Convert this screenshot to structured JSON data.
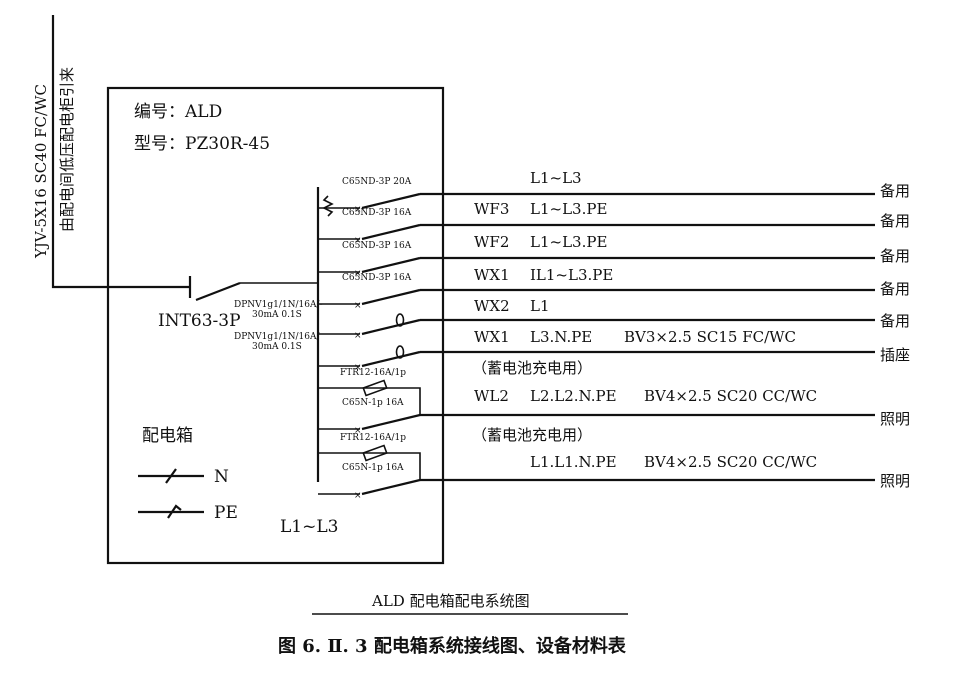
{
  "feeder": {
    "cable": "YJV-5X16 SC40 FC/WC",
    "source": "由配电间低压配电柜引来"
  },
  "panel": {
    "id_label": "编号：ALD",
    "model_label": "型号：PZ30R-45",
    "name": "配电箱",
    "phase_label": "L1~L3",
    "main_breaker": "INT63-3P"
  },
  "legend": [
    {
      "symbol": "neutral-line",
      "label": "N"
    },
    {
      "symbol": "earth-line",
      "label": "PE"
    }
  ],
  "circuits": [
    {
      "breaker": "C65ND-3P 20A",
      "circuit": "",
      "phases": "L1~L3",
      "cable": "",
      "use": "备用"
    },
    {
      "breaker": "C65ND-3P 16A",
      "circuit": "WF3",
      "phases": "L1~L3.PE",
      "cable": "",
      "use": "备用"
    },
    {
      "breaker": "C65ND-3P 16A",
      "circuit": "WF2",
      "phases": "L1~L3.PE",
      "cable": "",
      "use": "备用"
    },
    {
      "breaker": "C65ND-3P 16A",
      "circuit": "WX1",
      "phases": "IL1~L3.PE",
      "cable": "",
      "use": "备用"
    },
    {
      "breaker": "DPNV1g1/1N/16A/-\n30mA 0.1S",
      "circuit": "WX2",
      "phases": "L1",
      "cable": "",
      "use": "备用"
    },
    {
      "breaker": "DPNV1g1/1N/16A/\n30mA 0.1S",
      "circuit": "WX1",
      "phases": "L3.N.PE",
      "cable": "BV3×2.5 SC15 FC/WC",
      "use": "插座"
    },
    {
      "breaker": "C65N-1p 16A",
      "contactor": "FTR12-16A/1p",
      "note": "（蓄电池充电用）",
      "circuit": "WL2",
      "phases": "L2.L2.N.PE",
      "cable": "BV4×2.5 SC20 CC/WC",
      "use": "照明"
    },
    {
      "breaker": "C65N-1p 16A",
      "contactor": "FTR12-16A/1p",
      "note": "（蓄电池充电用）",
      "circuit": "",
      "phases": "L1.L1.N.PE",
      "cable": "BV4×2.5 SC20 CC/WC",
      "use": "照明"
    }
  ],
  "subtitle": "ALD 配电箱配电系统图",
  "caption": "图 6. Ⅱ. 3   配电箱系统接线图、设备材料表"
}
